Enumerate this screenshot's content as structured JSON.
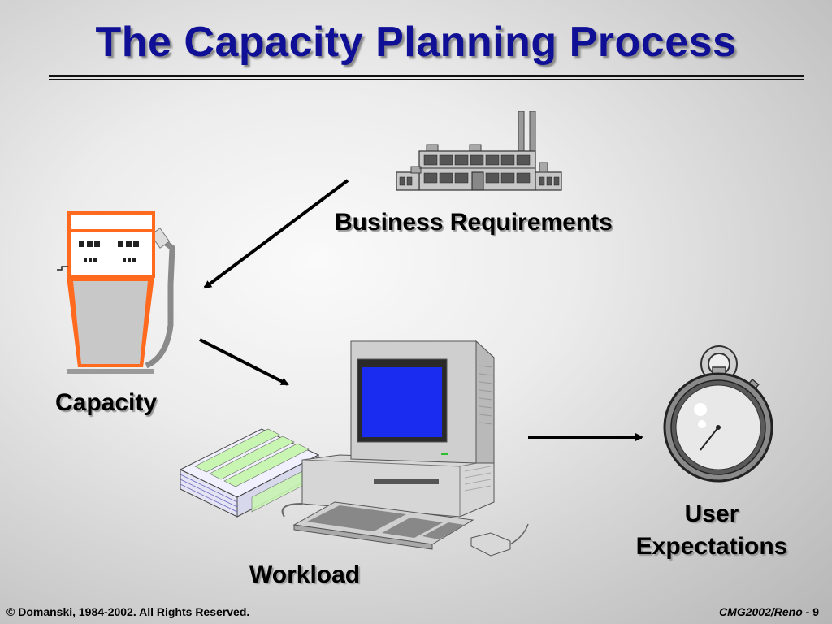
{
  "slide": {
    "title": "The Capacity Planning Process"
  },
  "labels": {
    "business_requirements": "Business Requirements",
    "capacity": "Capacity",
    "workload": "Workload",
    "user_line1": "User",
    "user_line2": "Expectations"
  },
  "footer": {
    "copyright": "© Domanski, 1984-2002. All Rights Reserved.",
    "event": "CMG2002/Reno",
    "separator": " - ",
    "page": "9"
  },
  "icons": {
    "factory": "factory-icon",
    "gas_pump": "gas-pump-icon",
    "computer": "computer-icon",
    "stopwatch": "stopwatch-icon"
  },
  "colors": {
    "title": "#101096",
    "pump_accent": "#ff6a1f",
    "screen": "#1a2cf0",
    "paper_stripe": "#c9f5b3"
  }
}
